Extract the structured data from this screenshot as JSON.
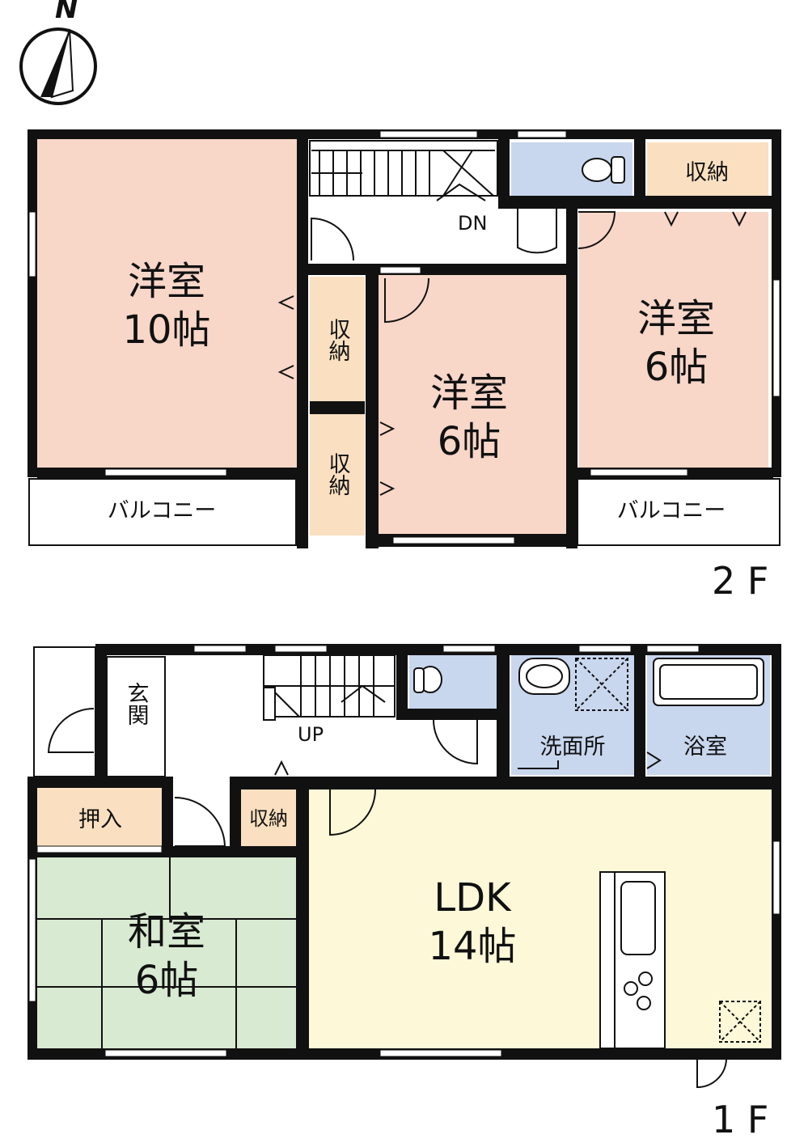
{
  "compass": {
    "north_label": "N"
  },
  "floor2": {
    "label": "2 F",
    "rooms": {
      "western_10": {
        "name": "洋室",
        "size": "10帖"
      },
      "western_6_mid": {
        "name": "洋室",
        "size": "6帖"
      },
      "western_6_right": {
        "name": "洋室",
        "size": "6帖"
      },
      "storage_top": "収納",
      "storage_mid_upper": "収納",
      "storage_mid_lower": "収納",
      "balcony_left": "バルコニー",
      "balcony_right": "バルコニー"
    },
    "stairs_label": "DN"
  },
  "floor1": {
    "label": "1 F",
    "rooms": {
      "entrance": "玄関",
      "closet": "押入",
      "storage": "収納",
      "washroom": "洗面所",
      "bathroom": "浴室",
      "japanese": {
        "name": "和室",
        "size": "6帖"
      },
      "ldk": {
        "name": "LDK",
        "size": "14帖"
      }
    },
    "stairs_label": "UP"
  },
  "colors": {
    "western": "#f8d6c8",
    "storage": "#fae0c0",
    "toilet_bath": "#c8d6ee",
    "ldk": "#fdf9d8",
    "japanese": "#d8ead2",
    "wall": "#111111"
  }
}
